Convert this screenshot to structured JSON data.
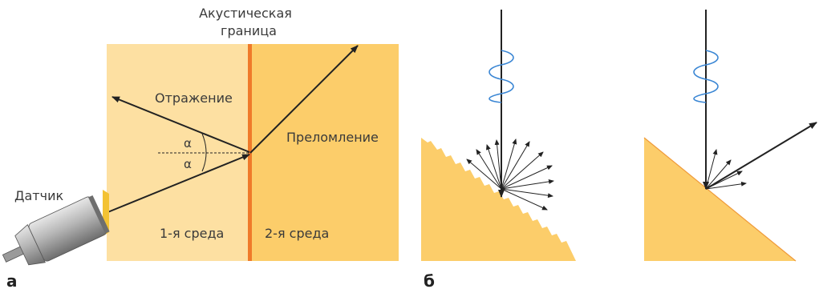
{
  "labels": {
    "boundary_line1": "Акустическая",
    "boundary_line2": "граница",
    "reflection": "Отражение",
    "refraction": "Преломление",
    "angle_top": "α",
    "angle_bottom": "α",
    "sensor": "Датчик",
    "medium1": "1-я среда",
    "medium2": "2-я среда",
    "panel_a": "а",
    "panel_b": "б"
  },
  "colors": {
    "medium1": "#fde0a2",
    "medium2": "#fccd6a",
    "boundary": "#ef7a2a",
    "arrow": "#222222",
    "wave": "#3a86d4",
    "text": "#3a3a3a",
    "sensor_body": "#b9b9b9",
    "sensor_face": "#f3c233"
  },
  "icons": {
    "sensor": "ultrasonic-transducer-icon",
    "wave": "sine-wave-icon"
  }
}
